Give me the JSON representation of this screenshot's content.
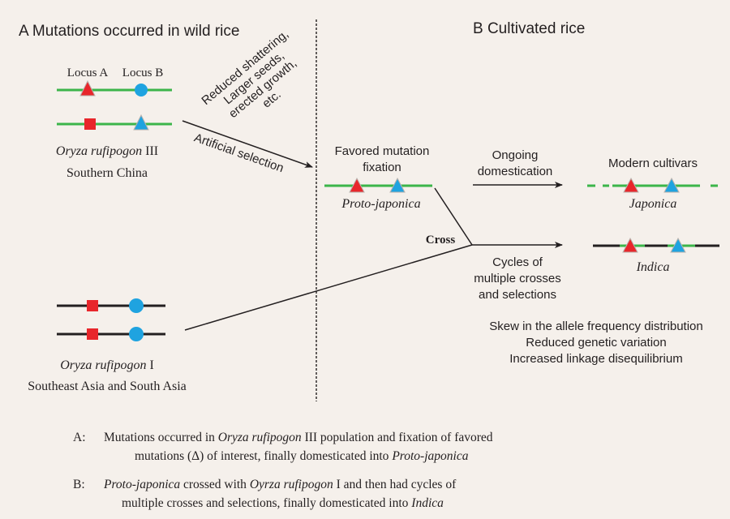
{
  "colors": {
    "background": "#f5f0eb",
    "green": "#3cb54a",
    "black": "#231f20",
    "red": "#e8262b",
    "blue": "#1fa3e0",
    "marker_stroke": "#b9b2ad"
  },
  "panel_a": {
    "title": "A  Mutations occurred in wild rice",
    "locus_a_label": "Locus A",
    "locus_b_label": "Locus B",
    "pop3_species": "Oryza rufipogon",
    "pop3_suffix": " III",
    "pop3_region": "Southern China",
    "traits_lines": [
      "Reduced shattering,",
      "Larger seeds,",
      "erected growth,",
      "etc."
    ],
    "selection_label": "Artificial selection",
    "pop1_species": "Oryza rufipogon",
    "pop1_suffix": " I",
    "pop1_region": "Southeast Asia and South Asia"
  },
  "panel_b": {
    "title": "B   Cultivated rice",
    "fixation_line1": "Favored mutation",
    "fixation_line2": "fixation",
    "proto_label": "Proto-japonica",
    "ongoing_line1": "Ongoing",
    "ongoing_line2": "domestication",
    "modern_label": "Modern cultivars",
    "japonica_label": "Japonica",
    "cross_label": "Cross",
    "cycles_lines": [
      "Cycles of",
      "multiple crosses",
      "and selections"
    ],
    "indica_label": "Indica",
    "effects": [
      "Skew in the allele frequency distribution",
      "Reduced genetic variation",
      "Increased linkage disequilibrium"
    ]
  },
  "chromosomes": [
    {
      "name": "pop3-chromosome-1",
      "markers": [
        {
          "type": "triangle",
          "color": "red",
          "name": "locus-a-mutant-triangle"
        },
        {
          "type": "circle",
          "color": "blue",
          "name": "locus-b-wild-circle"
        }
      ]
    },
    {
      "name": "pop3-chromosome-2",
      "markers": [
        {
          "type": "square",
          "color": "red",
          "name": "locus-a-wild-square"
        },
        {
          "type": "triangle",
          "color": "blue",
          "name": "locus-b-mutant-triangle"
        }
      ]
    },
    {
      "name": "pop1-chromosome-1",
      "markers": [
        {
          "type": "square",
          "color": "red"
        },
        {
          "type": "circle",
          "color": "blue"
        }
      ]
    },
    {
      "name": "pop1-chromosome-2",
      "markers": [
        {
          "type": "square",
          "color": "red"
        },
        {
          "type": "circle",
          "color": "blue"
        }
      ]
    },
    {
      "name": "proto-japonica-chromosome",
      "markers": [
        {
          "type": "triangle",
          "color": "red"
        },
        {
          "type": "triangle",
          "color": "blue"
        }
      ]
    },
    {
      "name": "japonica-chromosome",
      "markers": [
        {
          "type": "triangle",
          "color": "red"
        },
        {
          "type": "triangle",
          "color": "blue"
        }
      ]
    },
    {
      "name": "indica-chromosome",
      "markers": [
        {
          "type": "triangle",
          "color": "red"
        },
        {
          "type": "triangle",
          "color": "blue"
        }
      ]
    }
  ],
  "captions": {
    "a_label": "A:",
    "a_line1_pre": "Mutations occurred in ",
    "a_line1_species": "Oryza rufipogon",
    "a_line1_post": " III population and fixation of favored",
    "a_line2_pre": "mutations (Δ) of interest, finally domesticated into ",
    "a_line2_it": "Proto-japonica",
    "b_label": "B:",
    "b_line1_it1": "Proto-japonica",
    "b_line1_mid": " crossed with ",
    "b_line1_it2": "Oyrza rufipogon",
    "b_line1_post": " I and then had cycles of",
    "b_line2_pre": "multiple crosses and selections, finally domesticated into ",
    "b_line2_it": "Indica"
  }
}
